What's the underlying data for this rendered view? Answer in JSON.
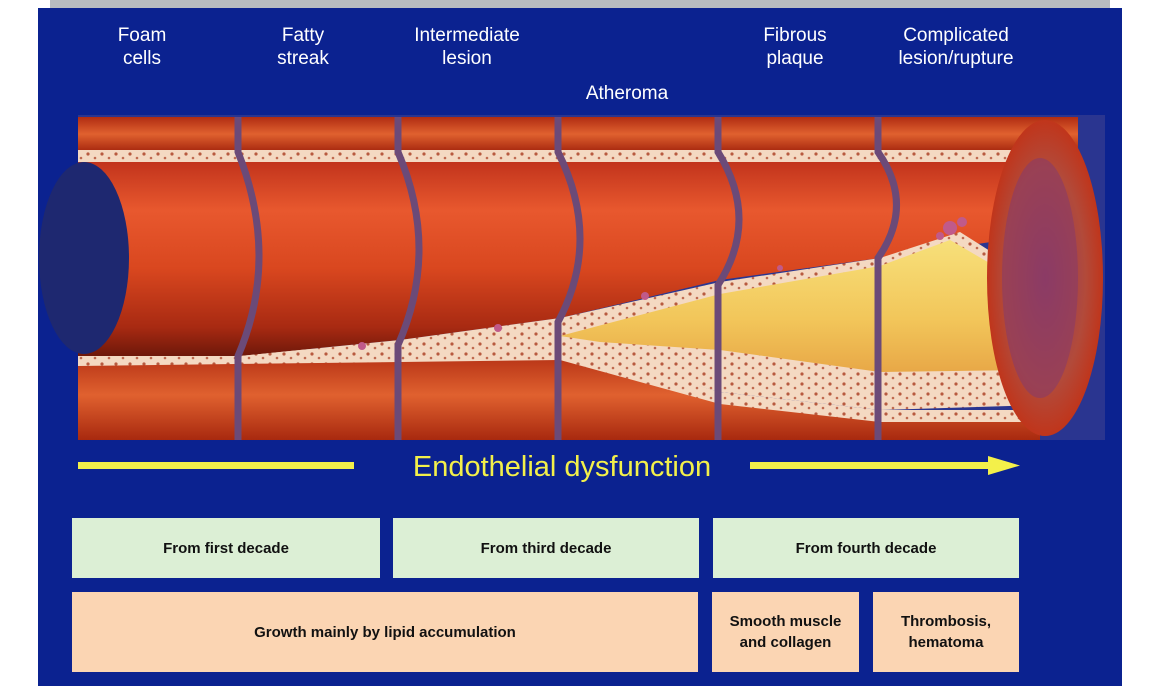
{
  "stages": [
    {
      "label": "Foam\ncells"
    },
    {
      "label": "Fatty\nstreak"
    },
    {
      "label": "Intermediate\nlesion"
    },
    {
      "label": "Atheroma"
    },
    {
      "label": "Fibrous\nplaque"
    },
    {
      "label": "Complicated\nlesion/rupture"
    }
  ],
  "arrow_label": "Endothelial dysfunction",
  "timeline": {
    "first": "From first decade",
    "third": "From third decade",
    "fourth": "From fourth decade"
  },
  "growth": {
    "lipid": "Growth mainly by lipid accumulation",
    "smooth": "Smooth muscle\nand collagen",
    "thrombosis": "Thrombosis,\nhematoma"
  },
  "colors": {
    "background": "#0b2290",
    "arrow": "#f3f04a",
    "timeline_box": "#dcefd5",
    "growth_box": "#fbd5b3"
  }
}
